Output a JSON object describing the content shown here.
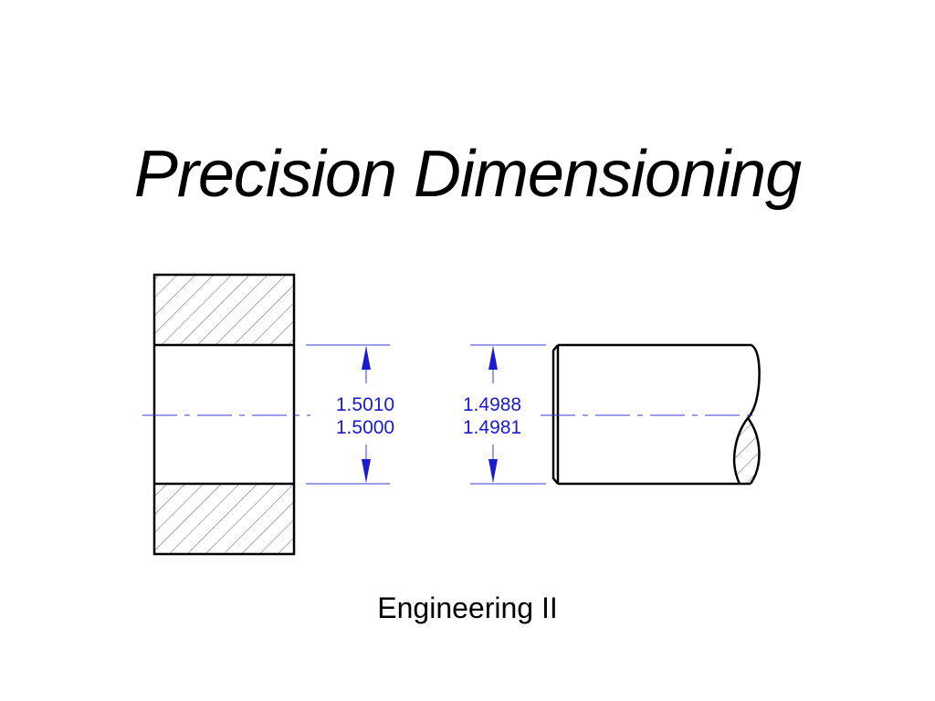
{
  "slide": {
    "title": "Precision Dimensioning",
    "subtitle": "Engineering II"
  },
  "drawing": {
    "hole_dimension": {
      "upper_limit": "1.5010",
      "lower_limit": "1.5000"
    },
    "shaft_dimension": {
      "upper_limit": "1.4988",
      "lower_limit": "1.4981"
    },
    "colors": {
      "outline": "#000000",
      "dimension": "#1a1ad0",
      "hatch": "#5a5aa0"
    }
  }
}
